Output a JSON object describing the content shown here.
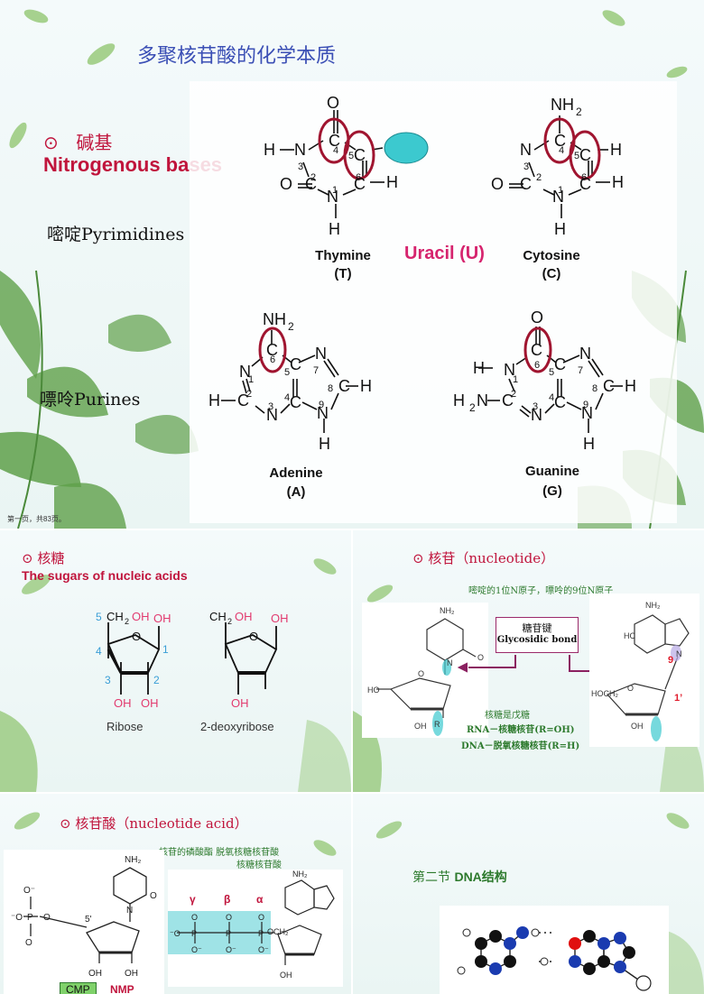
{
  "slide1": {
    "title": "多聚核苷酸的化学本质",
    "bullet": "⊙",
    "bases_cn": "碱基",
    "bases_en": "Nitrogenous bases",
    "pyrimidines": "嘧啶Pyrimidines",
    "purines": "嘌呤Purines",
    "thymine_name": "Thymine",
    "thymine_abbr": "(T)",
    "uracil": "Uracil (U)",
    "cytosine_name": "Cytosine",
    "cytosine_abbr": "(C)",
    "adenine_name": "Adenine",
    "adenine_abbr": "(A)",
    "guanine_name": "Guanine",
    "guanine_abbr": "(G)",
    "footer": "第一页，共83页。"
  },
  "slide2": {
    "heading": "⊙ 核糖",
    "subheading": "The sugars of nucleic acids",
    "ribose": "Ribose",
    "deoxyribose": "2-deoxyribose",
    "oh": "OH",
    "ch2": "CH",
    "ch2_sub": "2"
  },
  "slide3": {
    "heading": "⊙ 核苷（nucleotide）",
    "note_top": "嘧啶的1位N原子，嘌呤的9位N原子",
    "bond_cn": "糖苷键",
    "bond_en": "Glycosidic bond",
    "note_sugar": "核糖是戊糖",
    "rna": "RNA－核糖核苷(R=OH)",
    "dna": "DNA－脱氧核糖核苷(R=H)",
    "label_9": "9",
    "label_1p": "1’"
  },
  "slide4": {
    "heading": "⊙ 核苷酸（nucleotide  acid）",
    "note1": "核苷的磷酸酯   脱氧核糖核苷酸",
    "note2": "核糖核苷酸",
    "gamma": "γ",
    "beta": "β",
    "alpha": "α",
    "cmp": "CMP",
    "nmp": "NMP"
  },
  "slide5": {
    "heading_cn": "第二节 ",
    "heading_en": "DNA结构"
  },
  "colors": {
    "title_blue": "#3b4fb5",
    "crimson": "#c0143c",
    "magenta": "#d6246e",
    "green_note": "#2d7a2d",
    "oh_pink": "#e23a6f",
    "teal": "#3cc9cf"
  }
}
